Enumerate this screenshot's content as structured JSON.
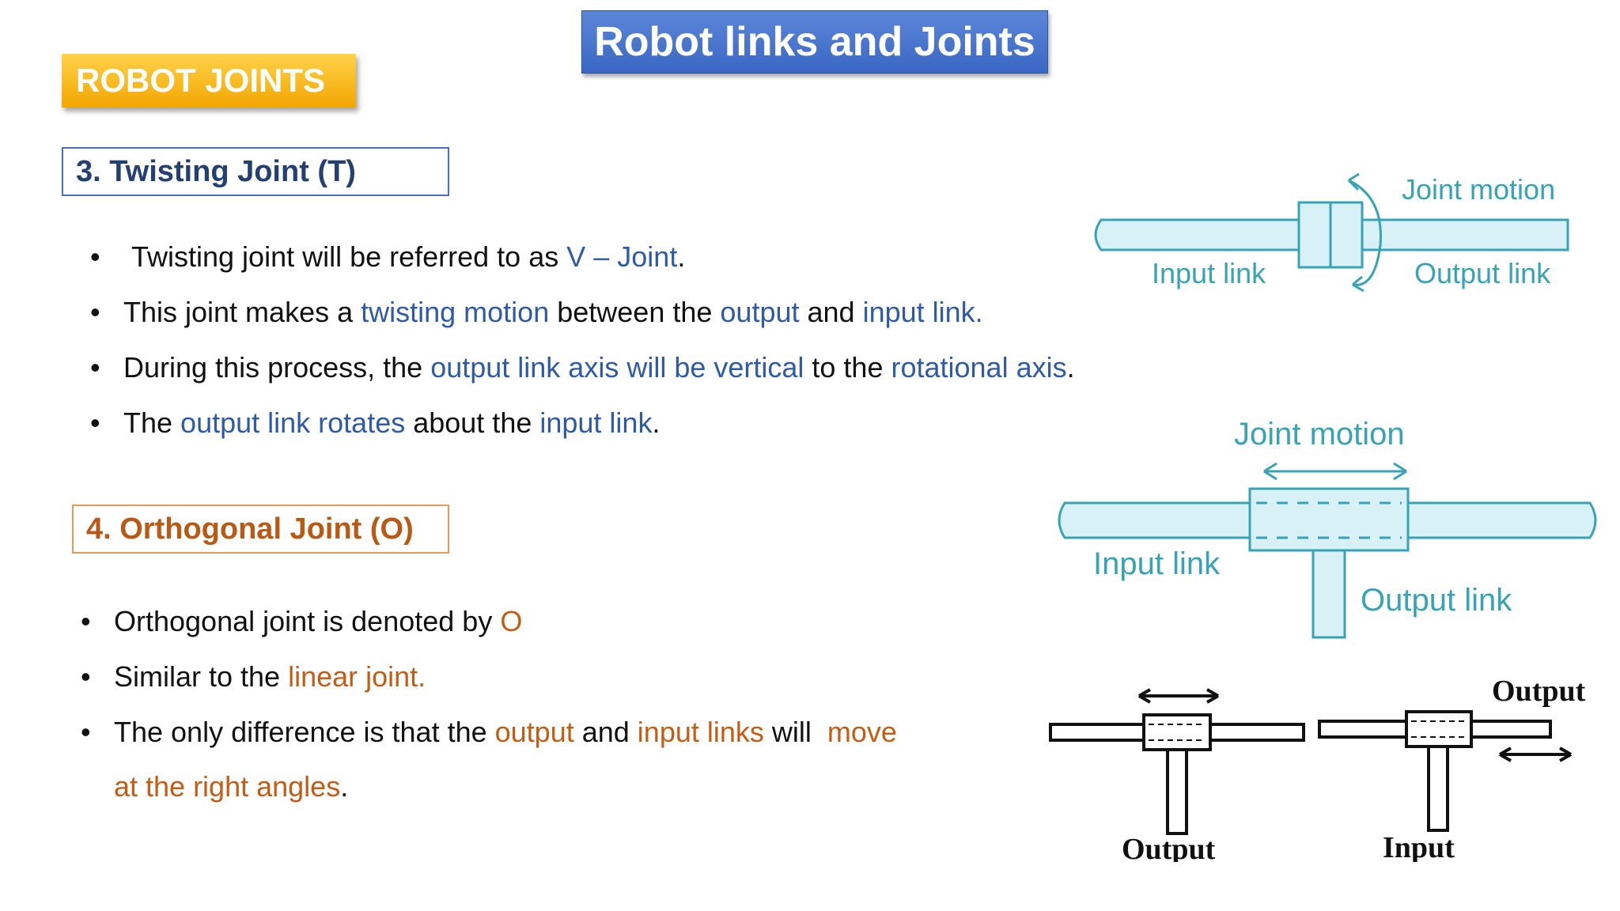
{
  "header": {
    "title": "Robot links and Joints",
    "badge": "ROBOT JOINTS"
  },
  "twisting": {
    "heading": "3. Twisting Joint (T)",
    "bullets": [
      {
        "a": "Twisting joint will be referred to as ",
        "b": "V – Joint",
        "c": "."
      },
      {
        "a": "This joint makes a ",
        "b": "twisting motion",
        "c": " between the ",
        "d": "output",
        "e": " and ",
        "f": "input link."
      },
      {
        "a": "During this process, the ",
        "b": "output link axis will be vertical",
        "c": " to the ",
        "d": "rotational axis",
        "e": "."
      },
      {
        "a": "The ",
        "b": "output link rotates",
        "c": " about the ",
        "d": "input link",
        "e": "."
      }
    ],
    "diagram": {
      "motion": "Joint motion",
      "input": "Input link",
      "output": "Output link"
    }
  },
  "orthogonal": {
    "heading": "4. Orthogonal Joint (O)",
    "bullets": [
      {
        "a": "Orthogonal joint is denoted by ",
        "b": "O"
      },
      {
        "a": "Similar to the ",
        "b": "linear joint."
      },
      {
        "a": "The only difference is that the ",
        "b": "output",
        "c": " and ",
        "d": "input links",
        "e": " will  ",
        "f": "move"
      }
    ],
    "continuation": {
      "a": "at the right angles",
      "b": "."
    },
    "diagram": {
      "motion": "Joint motion",
      "input": "Input link",
      "output": "Output link"
    },
    "small_diagrams": {
      "left_label": "Output",
      "right_top_label": "Output",
      "right_bottom_label": "Input"
    }
  },
  "colors": {
    "title_blue": "#3a67c4",
    "badge_orange": "#f2a600",
    "link_blue": "#2e5aa6",
    "link_orange": "#c25d16",
    "diagram_teal": "#37a3b4"
  }
}
